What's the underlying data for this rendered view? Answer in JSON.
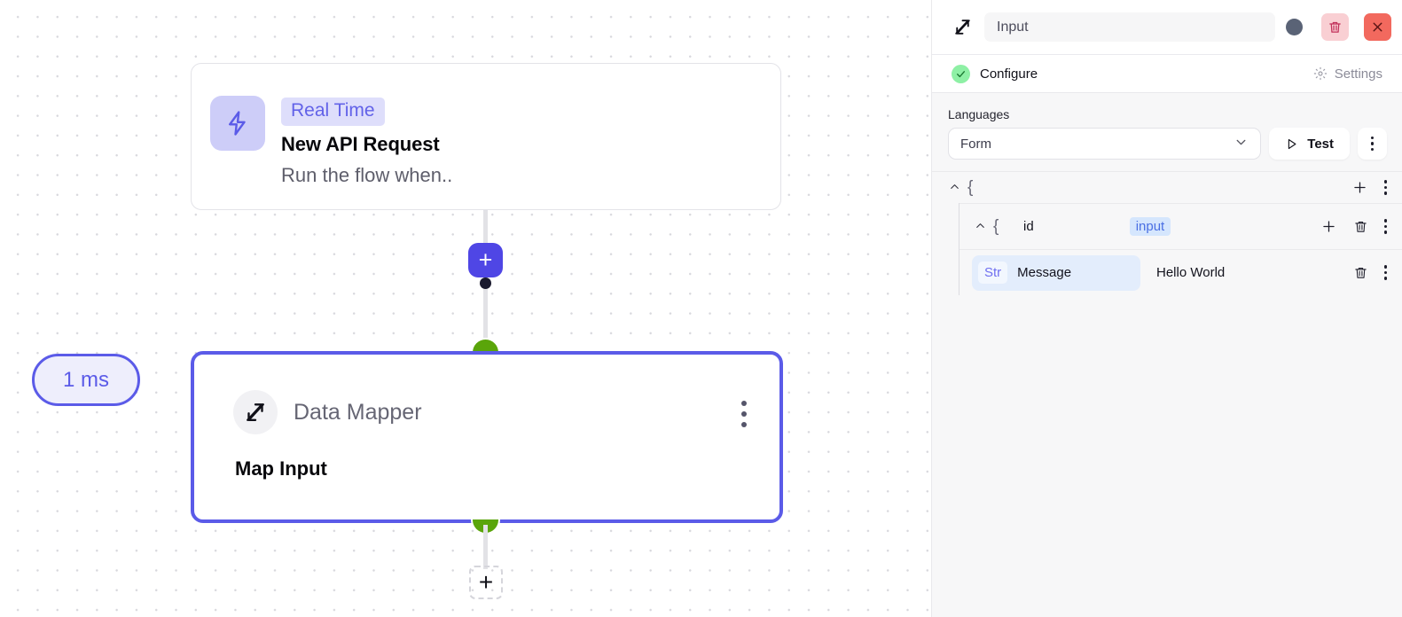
{
  "canvas": {
    "timing_badge": "1 ms",
    "add_mid_label": "+",
    "add_end_label": "+",
    "nodes": [
      {
        "id": "trigger",
        "badge": "Real Time",
        "title": "New API Request",
        "subtitle": "Run the flow when..",
        "icon": "lightning-bolt-icon",
        "icon_bg": "#cdcdf8",
        "badge_bg": "#dedefb",
        "badge_color": "#6262e8"
      },
      {
        "id": "data-mapper",
        "type_label": "Data Mapper",
        "title": "Map Input",
        "icon": "data-mapper-arrows-icon",
        "selected": true,
        "selected_color": "#5b5be8"
      }
    ]
  },
  "panel": {
    "header": {
      "icon": "data-mapper-arrows-icon",
      "title_value": "Input",
      "title_placeholder": "Input",
      "status_dot_color": "#5a6376",
      "delete_label": "delete",
      "close_label": "close"
    },
    "subheader": {
      "configure_label": "Configure",
      "configure_state": "checked",
      "settings_label": "Settings"
    },
    "languages": {
      "label": "Languages",
      "selected": "Form",
      "options": [
        "Form"
      ]
    },
    "test_button": "Test",
    "tree": {
      "root": {
        "brace": "{"
      },
      "object": {
        "brace": "{",
        "key": "id",
        "badge": "input"
      },
      "field": {
        "type": "Str",
        "name": "Message",
        "value": "Hello World"
      }
    }
  }
}
